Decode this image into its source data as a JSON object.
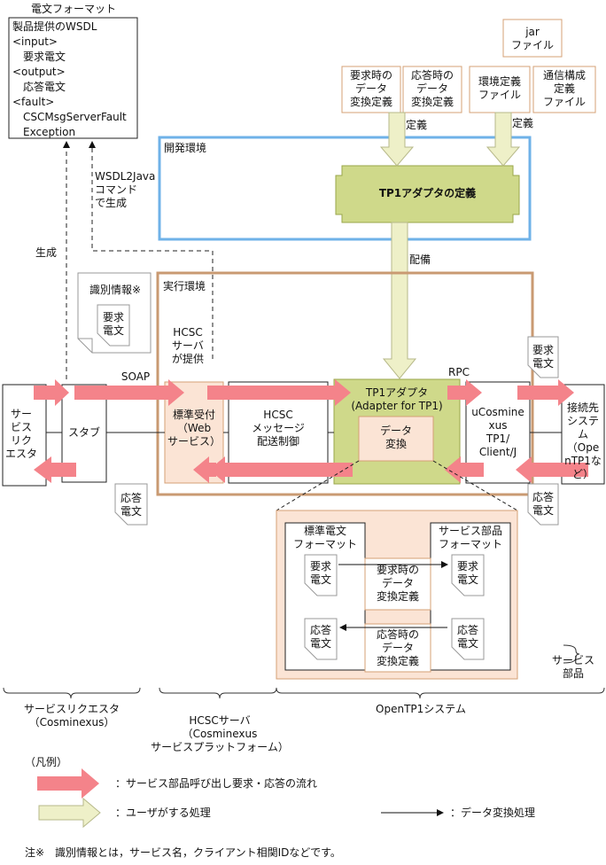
{
  "telegram_format": {
    "title": "電文フォーマット",
    "lines": [
      "製品提供のWSDL",
      "<input>",
      "　要求電文",
      "<output>",
      "　応答電文",
      "<fault>",
      "　CSCMsgServerFault",
      "　Exception"
    ]
  },
  "definitions": {
    "jar_file": "jar\nファイル",
    "request_conversion": "要求時の\nデータ\n変換定義",
    "response_conversion": "応答時の\nデータ\n変換定義",
    "env_def_file": "環境定義\nファイル",
    "comm_config_file": "通信構成\n定義\nファイル",
    "define_label_1": "定義",
    "define_label_2": "定義"
  },
  "dev_env": {
    "label": "開発環境",
    "tp1_adapter_def": "TP1アダプタの定義"
  },
  "deploy_label": "配備",
  "generate_label": "生成",
  "wsdl2java_label": "WSDL2Java\nコマンド\nで生成",
  "id_info_label": "識別情報※",
  "doc_request": "要求\n電文",
  "doc_response": "応答\n電文",
  "runtime": {
    "label": "実行環境",
    "hcsc_provide": "HCSC\nサーバ\nが提供",
    "standard_receive": "標準受付\n（Web\nサービス）",
    "hcsc_message": "HCSC\nメッセージ\n配送制御",
    "tp1_adapter": "TP1アダプタ\n(Adapter for TP1)",
    "data_conversion": "データ\n変換",
    "ucosminexus": "uCosmine\nxus\nTP1/\nClient/J"
  },
  "soap_label": "SOAP",
  "rpc_label": "RPC",
  "service_requester": "サー\nビス\nリク\nエスタ",
  "stub": "スタブ",
  "destination_system": "接続先\nシステ\nム（Ope\nnTP1な\nど）",
  "detail": {
    "standard_format": "標準電文\nフォーマット",
    "service_part_format": "サービス部品\nフォーマット",
    "request_conversion": "要求時の\nデータ\n変換定義",
    "response_conversion": "応答時の\nデータ\n変換定義"
  },
  "service_part_label": "サービス\n部品",
  "groups": {
    "requester": "サービスリクエスタ\n（Cosminexus）",
    "hcsc_server": "HCSCサーバ\n（Cosminexus\nサービスプラットフォーム）",
    "opentp1": "OpenTP1システム"
  },
  "legend": {
    "title": "（凡例）",
    "red_arrow": "：サービス部品呼び出し要求・応答の流れ",
    "yellow_arrow": "：ユーザがする処理",
    "black_arrow": "：データ変換処理"
  },
  "note": "注※　識別情報とは，サービス名，クライアント相関IDなどです。",
  "colors": {
    "red_arrow": "#f4838a",
    "yellow_arrow": "#eef0c8",
    "tp1_green": "#cfd98a",
    "peach": "#fbe4d5",
    "dev_blue": "#6fb2e8",
    "runtime_brown": "#c99a72"
  }
}
